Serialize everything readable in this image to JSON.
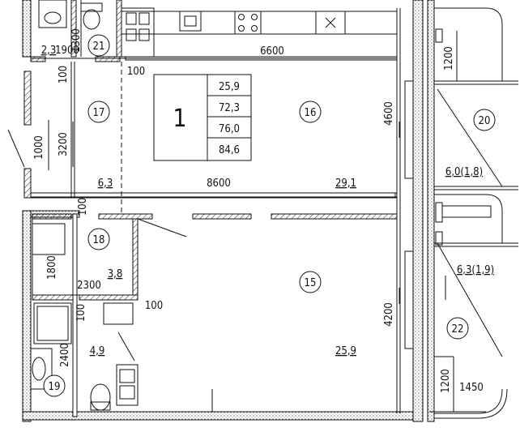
{
  "plan": {
    "apartment_number": "1",
    "area_table": [
      "25,9",
      "72,3",
      "76,0",
      "84,6"
    ],
    "rooms": [
      {
        "id": "15",
        "area": "25,9"
      },
      {
        "id": "16",
        "area": "29,1"
      },
      {
        "id": "17",
        "area": "6,3"
      },
      {
        "id": "18",
        "area": "3,8"
      },
      {
        "id": "19",
        "area": "4,9"
      },
      {
        "id": "20",
        "area": "2,3"
      },
      {
        "id": "21",
        "area": "6,3(1,9)"
      },
      {
        "id": "22",
        "area": "6,0(1,8)"
      }
    ],
    "dimensions": {
      "top_kitchen": "6600",
      "top_wc": "1900",
      "wc_height": "1300",
      "wall_100_a": "100",
      "wall_100_b": "100",
      "wall_100_c": "100",
      "wall_100_d": "100",
      "wall_100_e": "100",
      "corridor_h": "3200",
      "door_w": "1000",
      "living_w": "8600",
      "living_h": "4600",
      "hall_h": "1800",
      "hall_w": "2300",
      "bath_h": "2400",
      "room15_h": "4200",
      "loggia_top": "1200",
      "loggia_bottom": "1200",
      "loggia_w": "1450"
    }
  }
}
